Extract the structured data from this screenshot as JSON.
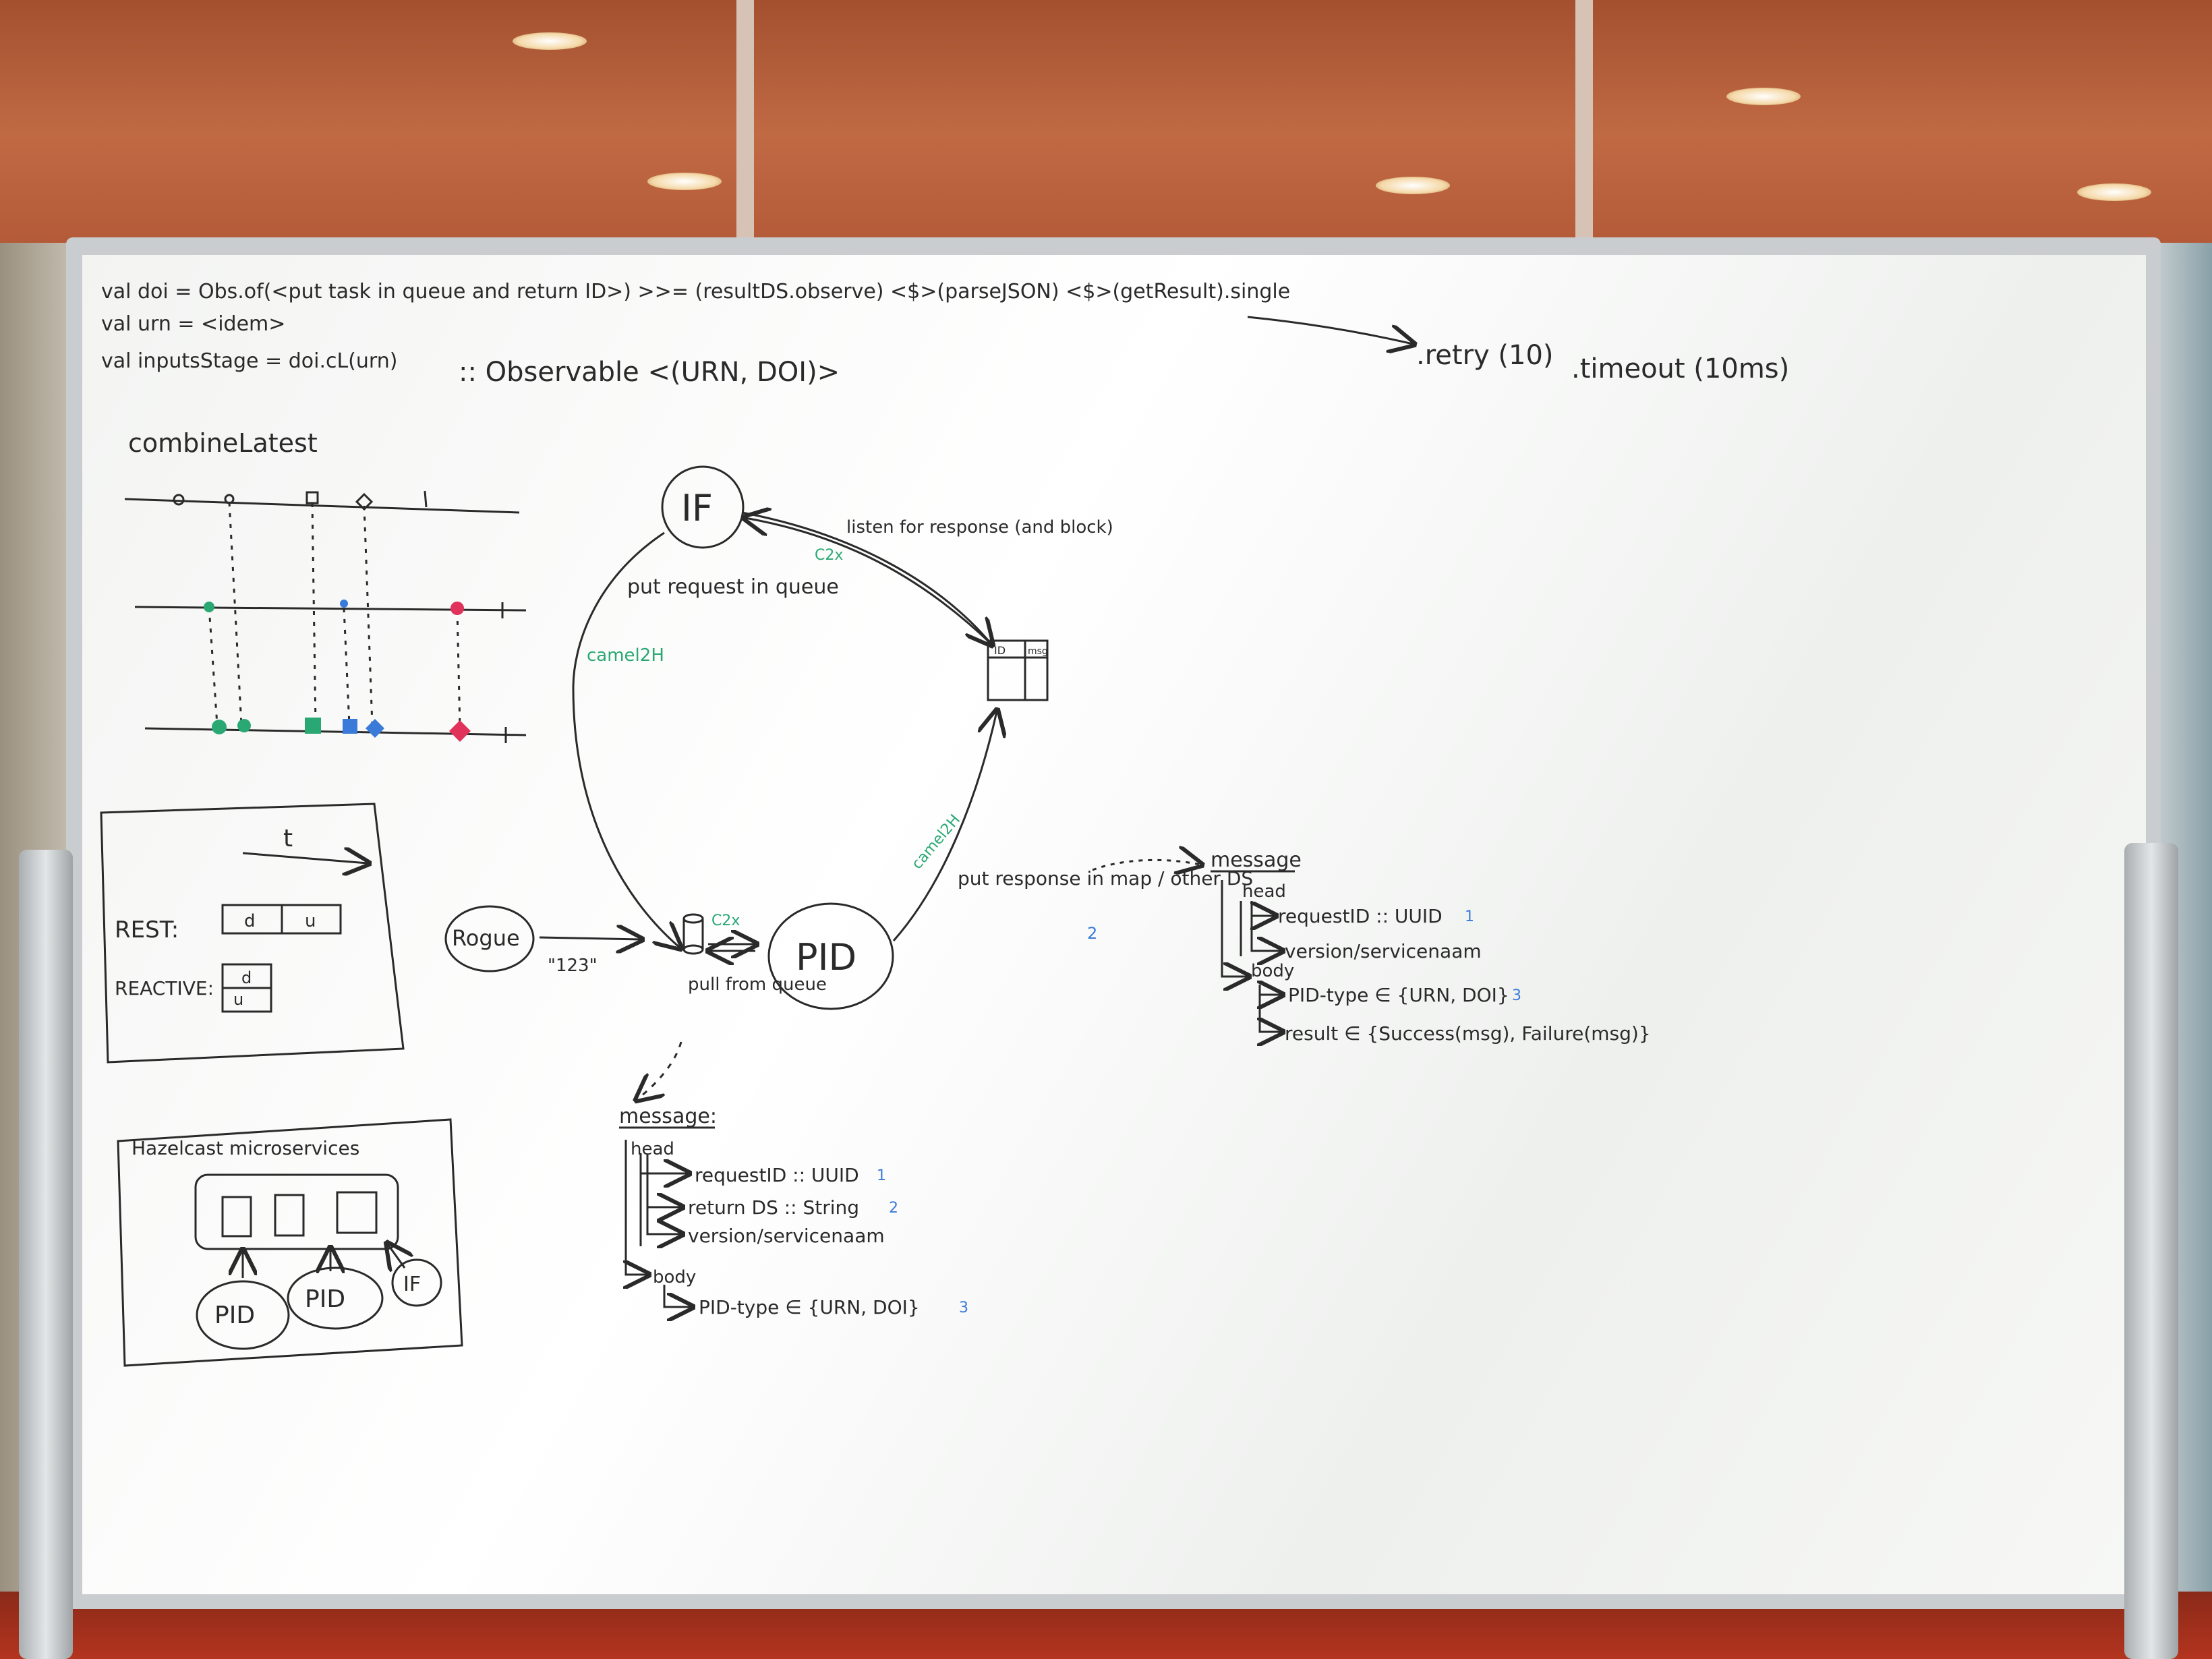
{
  "code": {
    "line1": "val doi = Obs.of(<put task in queue and return ID>) >>= (resultDS.observe) <$>(parseJSON) <$>(getResult).single",
    "line2": "val urn = <idem>",
    "line3": "val inputsStage = doi.cL(urn)",
    "type_sig": ":: Observable <(URN, DOI)>",
    "retry": ".retry (10)",
    "timeout": ".timeout (10ms)"
  },
  "marble": {
    "title": "combineLatest"
  },
  "rest_box": {
    "arrow_label": "t",
    "rest_label": "REST:",
    "rest_cells": [
      "d",
      "u"
    ],
    "reactive_label": "REACTIVE:",
    "reactive_cells": [
      "d",
      "u"
    ]
  },
  "hazelcast_box": {
    "title": "Hazelcast microservices",
    "nodes": [
      "PID",
      "PID",
      "IF"
    ]
  },
  "flow": {
    "if_node": "IF",
    "pid_node": "PID",
    "rogue_node": "Rogue",
    "rogue_arrow_label": "\"123\"",
    "put_request": "put request in queue",
    "camel_left": "camel2H",
    "c2x_top": "C2x",
    "listen_label": "listen for response (and block)",
    "table_cols": [
      "ID",
      "msg"
    ],
    "camel_right": "camel2H",
    "c2x_mid": "C2x",
    "pull_label": "pull from queue",
    "put_response": "put response in map / other DS",
    "put_response_num": "2"
  },
  "message_bottom": {
    "title": "message:",
    "head": "head",
    "request_id": "requestID :: UUID",
    "request_id_num": "1",
    "return_ds": "return DS :: String",
    "return_ds_num": "2",
    "version": "version/servicenaam",
    "body": "body",
    "pid_type": "PID-type ∈ {URN, DOI}",
    "pid_type_num": "3"
  },
  "message_right": {
    "title": "message",
    "head": "head",
    "request_id": "requestID :: UUID",
    "request_id_num": "1",
    "version": "version/servicenaam",
    "body": "body",
    "pid_type": "PID-type ∈ {URN, DOI}",
    "pid_type_num": "3",
    "result": "result ∈ {Success(msg), Failure(msg)}"
  },
  "colors": {
    "ink": "#2a2a2a",
    "green_marker": "#2aa874",
    "blue_marker": "#3a7ad8",
    "red_marker": "#e0325a",
    "board": "#f4f5f3",
    "ceiling": "#b8603a"
  }
}
